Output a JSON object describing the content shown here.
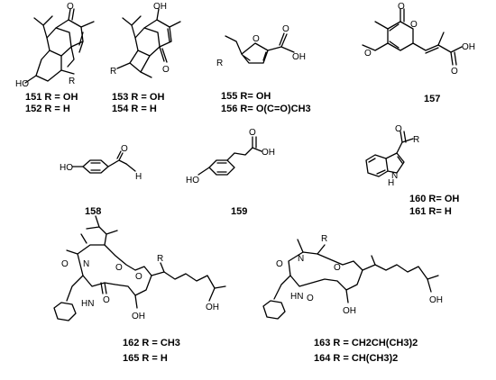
{
  "compounds": {
    "c151": {
      "number": "151",
      "label": "151 R = OH"
    },
    "c152": {
      "number": "152",
      "label": "152 R = H"
    },
    "c153": {
      "number": "153",
      "label": "153 R = OH"
    },
    "c154": {
      "number": "154",
      "label": "154 R = H"
    },
    "c155": {
      "number": "155",
      "label": "155 R= OH"
    },
    "c156": {
      "number": "156",
      "label": "156 R= O(C=O)CH3"
    },
    "c157": {
      "number": "157",
      "label": "157"
    },
    "c158": {
      "number": "158",
      "label": "158"
    },
    "c159": {
      "number": "159",
      "label": "159"
    },
    "c160": {
      "number": "160",
      "label": "160 R= OH"
    },
    "c161": {
      "number": "161",
      "label": "161 R= H"
    },
    "c162": {
      "number": "162",
      "label": "162 R = CH3"
    },
    "c165": {
      "number": "165",
      "label": "165 R = H"
    },
    "c163": {
      "number": "163",
      "label": "163 R = CH2CH(CH3)2"
    },
    "c164": {
      "number": "164",
      "label": "164 R = CH(CH3)2"
    }
  },
  "atoms": {
    "O": "O",
    "OH": "OH",
    "HO": "HO",
    "R": "R",
    "N": "N",
    "NH": "NH",
    "H": "H",
    "HN": "HN"
  }
}
